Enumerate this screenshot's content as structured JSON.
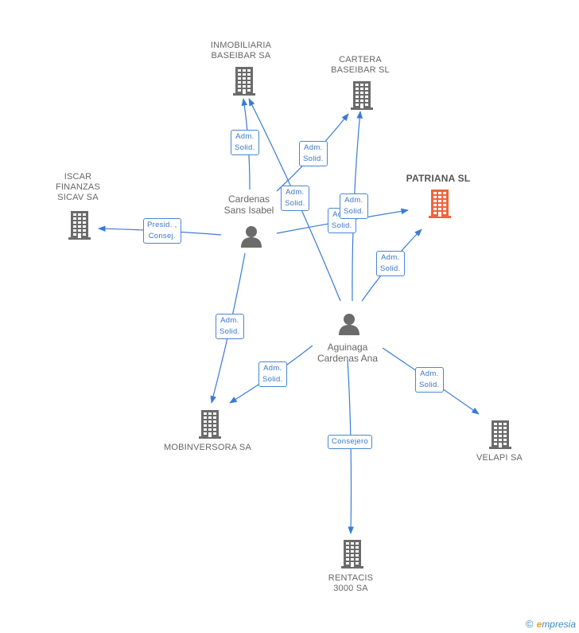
{
  "companies": [
    {
      "id": "inmobiliaria",
      "label": "INMOBILIARIA\nBASEIBAR SA",
      "highlight": false
    },
    {
      "id": "cartera",
      "label": "CARTERA\nBASEIBAR  SL",
      "highlight": false
    },
    {
      "id": "iscar",
      "label": "ISCAR\nFINANZAS\nSICAV SA",
      "highlight": false
    },
    {
      "id": "patriana",
      "label": "PATRIANA SL",
      "highlight": true
    },
    {
      "id": "mobinversora",
      "label": "MOBINVERSORA SA",
      "highlight": false
    },
    {
      "id": "velapi",
      "label": "VELAPI SA",
      "highlight": false
    },
    {
      "id": "rentacis",
      "label": "RENTACIS\n3000 SA",
      "highlight": false
    }
  ],
  "persons": [
    {
      "id": "cardenas",
      "label": "Cardenas\nSans Isabel"
    },
    {
      "id": "aguinaga",
      "label": "Aguinaga\nCardenas Ana"
    }
  ],
  "edges": [
    {
      "from": "cardenas",
      "to": "iscar",
      "label": "Presid. ,\nConsej."
    },
    {
      "from": "cardenas",
      "to": "inmobiliaria",
      "label": "Adm.\nSolid."
    },
    {
      "from": "cardenas",
      "to": "cartera",
      "label": "Adm.\nSolid."
    },
    {
      "from": "cardenas",
      "to": "patriana",
      "label": "Adm.\nSolid."
    },
    {
      "from": "cardenas",
      "to": "mobinversora",
      "label": "Adm.\nSolid."
    },
    {
      "from": "aguinaga",
      "to": "inmobiliaria",
      "label": "Adm.\nSolid."
    },
    {
      "from": "aguinaga",
      "to": "cartera",
      "label": "Adm.\nSolid."
    },
    {
      "from": "aguinaga",
      "to": "patriana",
      "label": "Adm.\nSolid."
    },
    {
      "from": "aguinaga",
      "to": "mobinversora",
      "label": "Adm.\nSolid."
    },
    {
      "from": "aguinaga",
      "to": "velapi",
      "label": "Adm.\nSolid."
    },
    {
      "from": "aguinaga",
      "to": "rentacis",
      "label": "Consejero"
    }
  ],
  "colors": {
    "edge": "#3a7bd5",
    "company": "#6b6b6b",
    "company_highlight": "#f0643c",
    "person": "#6b6b6b"
  },
  "footer": {
    "copyright": "©",
    "brand_e": "e",
    "brand_rest": "mpresia"
  }
}
